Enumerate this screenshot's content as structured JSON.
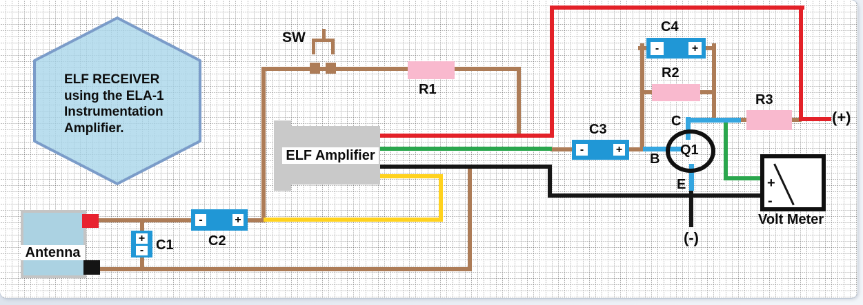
{
  "badge": {
    "lines": [
      "ELF RECEIVER",
      "using the ELA-1",
      "Instrumentation",
      "Amplifier."
    ]
  },
  "switch": {
    "label": "SW"
  },
  "amplifier": {
    "label": "ELF Amplifier"
  },
  "antenna": {
    "label": "Antenna"
  },
  "resistors": {
    "r1": "R1",
    "r2": "R2",
    "r3": "R3"
  },
  "capacitors": {
    "c1": "C1",
    "c2": "C2",
    "c3": "C3",
    "c4": "C4"
  },
  "marks": {
    "plus": "+",
    "minus": "-"
  },
  "transistor": {
    "label": "Q1",
    "collector": "C",
    "base": "B",
    "emitter": "E"
  },
  "voltmeter": {
    "label": "Volt Meter",
    "plus": "+",
    "minus": "-"
  },
  "power": {
    "positive": "(+)",
    "negative": "(-)"
  },
  "colors": {
    "wire-brown": "#ad7c57",
    "wire-red": "#e32128",
    "wire-green": "#2aa64d",
    "wire-yellow": "#ffd21e",
    "wire-black": "#161616",
    "terminal-blue": "#35a6e0",
    "cap-blue": "#2097d6",
    "resistor-pink": "#f9b9ce",
    "component-gray": "#c9c9c9",
    "antenna-blue": "#a9d4e5",
    "hex-fill": "#a7d5e9",
    "hex-border": "#7b9cc9",
    "terminal-red": "#e8222f",
    "terminal-black": "#141414"
  }
}
